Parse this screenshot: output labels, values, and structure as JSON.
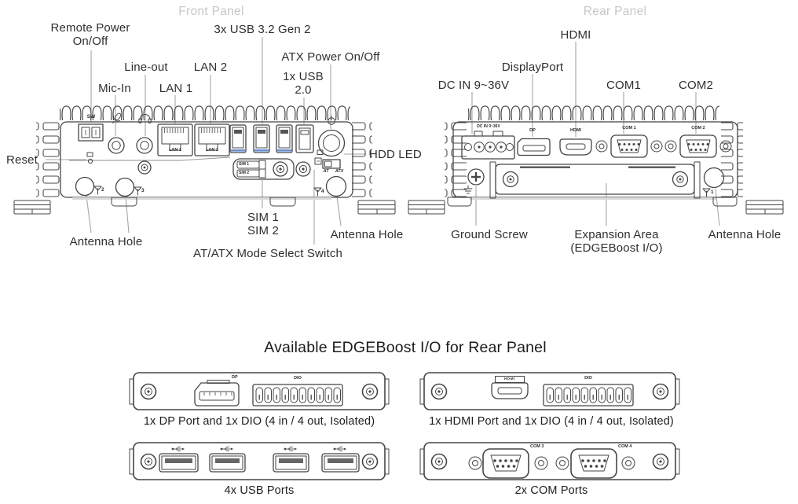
{
  "front": {
    "title": "Front Panel",
    "callouts": {
      "remote_power": "Remote Power\nOn/Off",
      "mic_in": "Mic-In",
      "line_out": "Line-out",
      "lan1": "LAN 1",
      "lan2": "LAN 2",
      "usb3": "3x USB 3.2 Gen 2",
      "atx_power": "ATX Power On/Off",
      "usb2": "1x USB\n2.0",
      "hdd_led": "HDD LED",
      "reset": "Reset",
      "sim": "SIM 1\nSIM 2",
      "antenna_left": "Antenna Hole",
      "atx_mode": "AT/ATX Mode Select Switch",
      "antenna_right": "Antenna Hole"
    },
    "port_labels": {
      "sw": "SW",
      "lan1": "LAN 1",
      "lan2": "LAN 2",
      "sim1": "SIM 1",
      "sim2": "SIM 2",
      "at": "AT",
      "atx": "ATX"
    },
    "antenna_marks": {
      "a2": "2",
      "a3": "3",
      "a4": "4"
    }
  },
  "rear": {
    "title": "Rear Panel",
    "callouts": {
      "dc_in": "DC IN 9~36V",
      "displayport": "DisplayPort",
      "hdmi": "HDMI",
      "com1": "COM1",
      "com2": "COM2",
      "ground": "Ground Screw",
      "expansion": "Expansion Area\n(EDGEBoost I/O)",
      "antenna": "Antenna Hole"
    },
    "port_labels": {
      "dc_in": "DC IN 9~36V",
      "dp": "DP",
      "hdmi": "HDMI",
      "com1": "COM 1",
      "com2": "COM 2"
    },
    "antenna_marks": {
      "a1": "1"
    }
  },
  "edgeboost": {
    "heading": "Available EDGEBoost I/O for Rear Panel",
    "modules": [
      {
        "caption": "1x DP Port and 1x DIO (4 in / 4 out, Isolated)",
        "labels": {
          "port": "DP",
          "dio": "DIO"
        }
      },
      {
        "caption": "1x HDMI Port and 1x DIO (4 in / 4 out, Isolated)",
        "labels": {
          "port": "HDMI",
          "dio": "DIO"
        }
      },
      {
        "caption": "4x USB Ports"
      },
      {
        "caption": "2x COM Ports",
        "labels": {
          "com3": "COM 3",
          "com4": "COM 4"
        }
      }
    ]
  },
  "colors": {
    "line_art": "#454545",
    "leader_line": "#a6a6a6",
    "panel_title_gray": "#c7c7c7",
    "usb3_accent_blue": "#4d79cc"
  }
}
